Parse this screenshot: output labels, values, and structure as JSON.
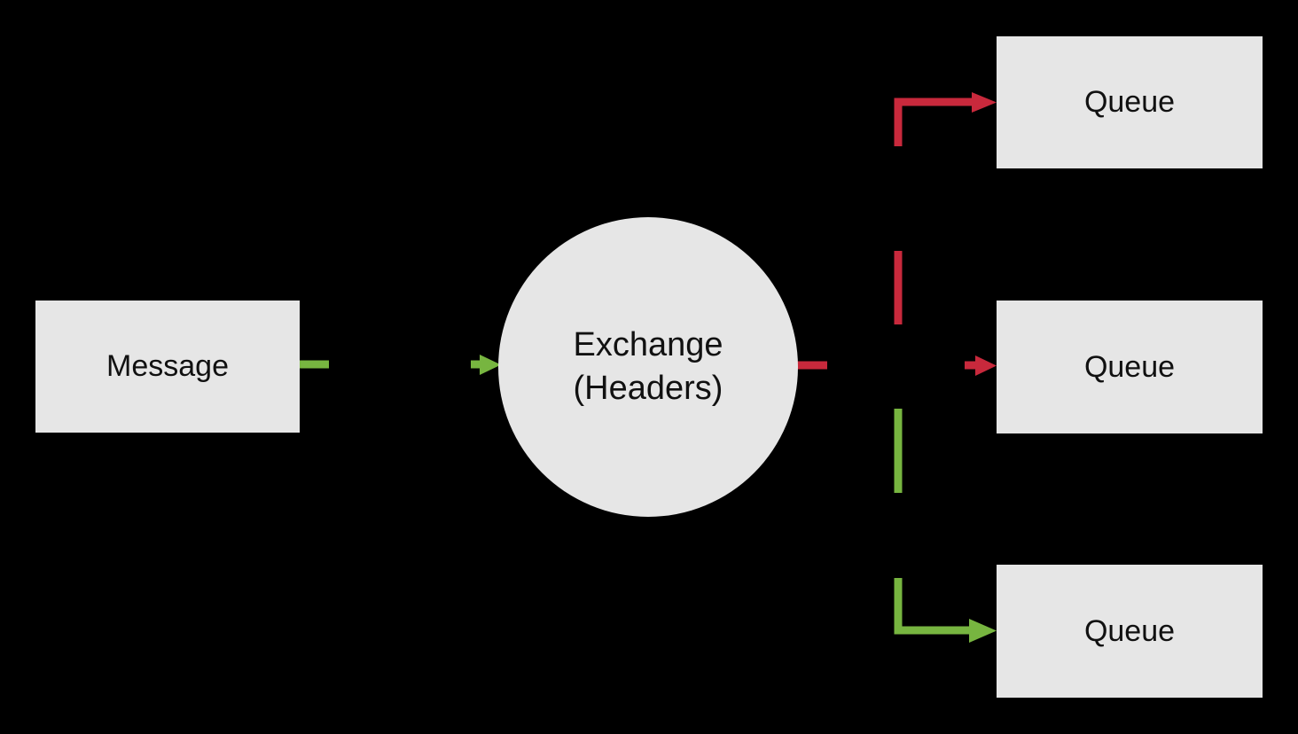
{
  "diagram": {
    "type": "message-flow-diagram",
    "nodes": {
      "message": {
        "label": "Message",
        "shape": "rectangle"
      },
      "exchange": {
        "label": "Exchange\n(Headers)",
        "shape": "circle"
      },
      "queues": [
        {
          "label": "Queue",
          "shape": "rectangle",
          "position": "top",
          "incoming_edge_color": "red"
        },
        {
          "label": "Queue",
          "shape": "rectangle",
          "position": "middle",
          "incoming_edge_color": "red"
        },
        {
          "label": "Queue",
          "shape": "rectangle",
          "position": "bottom",
          "incoming_edge_color": "green"
        }
      ]
    },
    "edges": [
      {
        "name": "message-to-exchange",
        "color": "green"
      },
      {
        "name": "exchange-to-queue-top",
        "color": "red"
      },
      {
        "name": "exchange-to-queue-middle",
        "color": "red"
      },
      {
        "name": "exchange-to-queue-bottom",
        "color": "green"
      }
    ],
    "colors": {
      "background": "#000000",
      "node_fill": "#e6e6e6",
      "node_text": "#111111",
      "match_red": "#c8293c",
      "match_green": "#77b540"
    }
  }
}
